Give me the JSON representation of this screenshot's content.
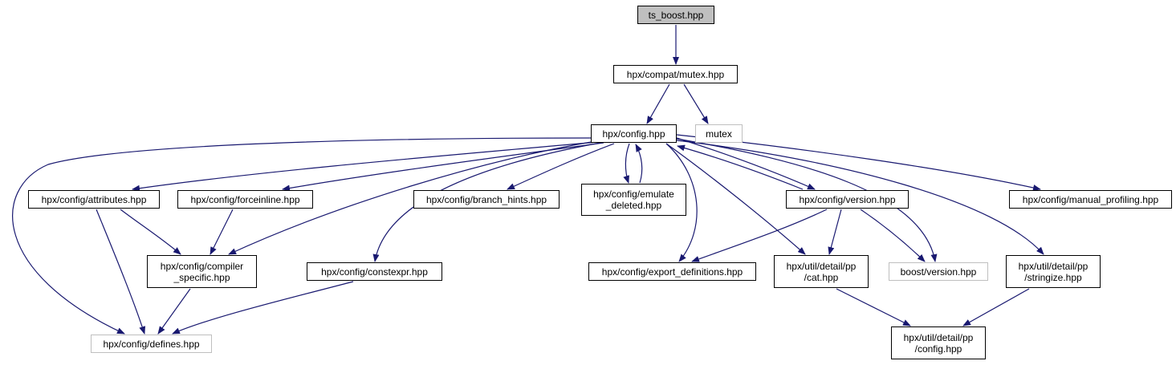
{
  "nodes": {
    "ts_boost": "ts_boost.hpp",
    "compat_mutex": "hpx/compat/mutex.hpp",
    "config": "hpx/config.hpp",
    "mutex": "mutex",
    "attributes": "hpx/config/attributes.hpp",
    "forceinline": "hpx/config/forceinline.hpp",
    "branch_hints": "hpx/config/branch_hints.hpp",
    "emulate_deleted": "hpx/config/emulate\n_deleted.hpp",
    "version": "hpx/config/version.hpp",
    "manual_profiling": "hpx/config/manual_profiling.hpp",
    "compiler_specific": "hpx/config/compiler\n_specific.hpp",
    "constexpr": "hpx/config/constexpr.hpp",
    "export_definitions": "hpx/config/export_definitions.hpp",
    "pp_cat": "hpx/util/detail/pp\n/cat.hpp",
    "boost_version": "boost/version.hpp",
    "pp_stringize": "hpx/util/detail/pp\n/stringize.hpp",
    "defines": "hpx/config/defines.hpp",
    "pp_config": "hpx/util/detail/pp\n/config.hpp"
  },
  "edges": [
    [
      "ts_boost",
      "compat_mutex"
    ],
    [
      "compat_mutex",
      "config"
    ],
    [
      "compat_mutex",
      "mutex"
    ],
    [
      "config",
      "attributes"
    ],
    [
      "config",
      "forceinline"
    ],
    [
      "config",
      "branch_hints"
    ],
    [
      "config",
      "emulate_deleted"
    ],
    [
      "emulate_deleted",
      "config"
    ],
    [
      "config",
      "version"
    ],
    [
      "version",
      "config"
    ],
    [
      "config",
      "manual_profiling"
    ],
    [
      "config",
      "compiler_specific"
    ],
    [
      "config",
      "constexpr"
    ],
    [
      "config",
      "export_definitions"
    ],
    [
      "config",
      "pp_cat"
    ],
    [
      "config",
      "boost_version"
    ],
    [
      "config",
      "pp_stringize"
    ],
    [
      "config",
      "defines"
    ],
    [
      "attributes",
      "compiler_specific"
    ],
    [
      "attributes",
      "defines"
    ],
    [
      "forceinline",
      "compiler_specific"
    ],
    [
      "compiler_specific",
      "defines"
    ],
    [
      "constexpr",
      "defines"
    ],
    [
      "version",
      "export_definitions"
    ],
    [
      "version",
      "pp_cat"
    ],
    [
      "version",
      "boost_version"
    ],
    [
      "pp_cat",
      "pp_config"
    ],
    [
      "pp_stringize",
      "pp_config"
    ]
  ],
  "colors": {
    "edge": "#191970",
    "root_fill": "#bfbfbf",
    "external_border": "#bfbfbf"
  }
}
